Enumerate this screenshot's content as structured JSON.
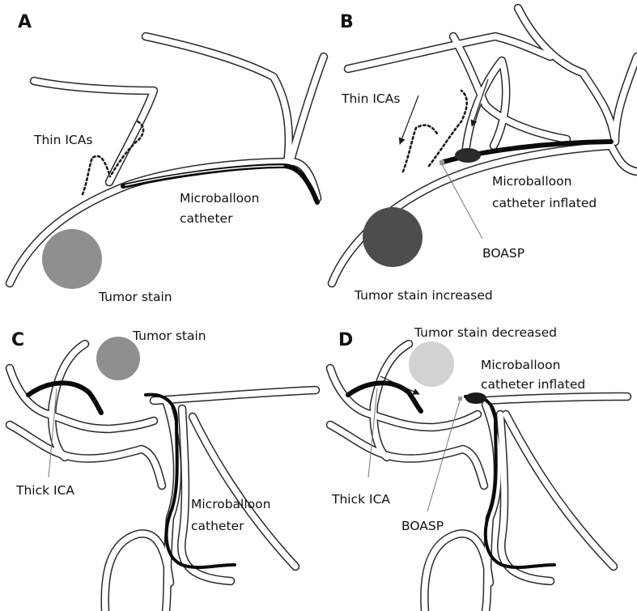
{
  "panels": {
    "a": {
      "letter": "A",
      "thin_icas": "Thin ICAs",
      "catheter_line1": "Microballoon",
      "catheter_line2": "catheter",
      "tumor": "Tumor stain",
      "tumor_color": "#8f8f8f"
    },
    "b": {
      "letter": "B",
      "thin_icas": "Thin ICAs",
      "catheter_line1": "Microballoon",
      "catheter_line2": "catheter inflated",
      "boasp": "BOASP",
      "tumor": "Tumor stain increased",
      "tumor_color": "#4d4d4d"
    },
    "c": {
      "letter": "C",
      "tumor": "Tumor stain",
      "thick_ica": "Thick ICA",
      "catheter_line1": "Microballoon",
      "catheter_line2": "catheter",
      "tumor_color": "#8f8f8f"
    },
    "d": {
      "letter": "D",
      "tumor": "Tumor stain decreased",
      "catheter_line1": "Microballoon",
      "catheter_line2": "catheter inflated",
      "thick_ica": "Thick ICA",
      "boasp": "BOASP",
      "tumor_color": "#d2d2d2"
    }
  },
  "colors": {
    "vessel_wall": "#2a2a2a",
    "catheter": "#0a0a0a",
    "leader_line": "#777777"
  }
}
